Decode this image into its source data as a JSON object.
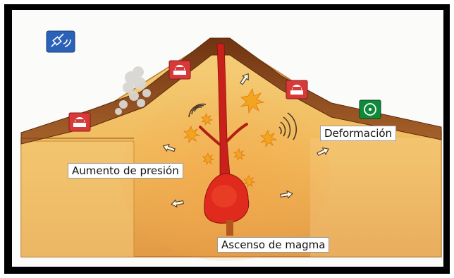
{
  "labels": {
    "pressure_increase": "Aumento de presión",
    "deformation": "Deformación",
    "magma_ascent": "Ascenso de magma"
  },
  "icons": [
    "satellite-icon",
    "seismometer-icon",
    "gps-station-icon",
    "fumarole-plume",
    "ground-wave-icon",
    "pressure-arrow",
    "magma-chamber"
  ],
  "colors": {
    "frame": "#000000",
    "crust": "#f1c56a",
    "crust_dark": "#d58a38",
    "surface_soil": "#8a4a1e",
    "magma": "#d7261c",
    "sensor_red": "#d83a3a",
    "gps_green": "#0f8a3a",
    "satellite_blue": "#2b62b8"
  }
}
